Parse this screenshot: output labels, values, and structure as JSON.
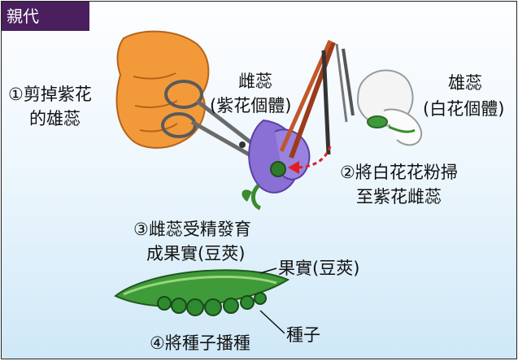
{
  "title": "親代",
  "labels": {
    "cut_line1": "①剪掉紫花",
    "cut_line2": "的雄蕊",
    "pistil_title": "雌蕊",
    "pistil_sub": "(紫花個體)",
    "stamen_title": "雄蕊",
    "stamen_sub": "(白花個體)",
    "pollen_line1": "②將白花花粉掃",
    "pollen_line2": "至紫花雌蕊",
    "fert_line1": "③雌蕊受精發育",
    "fert_line2": "成果實(豆莢)",
    "fruit": "果實(豆莢)",
    "seed": "種子",
    "sow": "④將種子播種"
  },
  "colors": {
    "title_bg": "#4a1f5e",
    "purple_flower": "#8a6fd4",
    "white_flower": "#f4f4f4",
    "hand": "#f29a3a",
    "pod": "#3f9a3a",
    "arrow": "#e02020"
  }
}
